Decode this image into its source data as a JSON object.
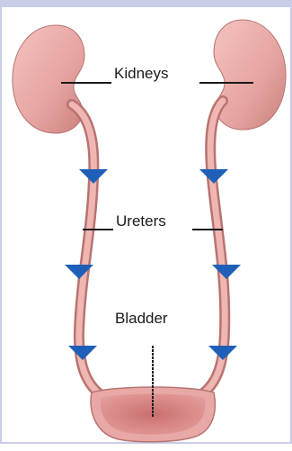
{
  "labels": {
    "kidneys": "Kidneys",
    "ureters": "Ureters",
    "bladder": "Bladder"
  },
  "colors": {
    "organ_fill": "#e8a9a6",
    "organ_shadow": "#c97f7c",
    "bladder_inner": "#d98585",
    "arrow": "#1f5fb8",
    "line": "#1a1a1a",
    "frame": "#c9cde8"
  },
  "icons": {
    "flow_arrow": "down-triangle"
  }
}
